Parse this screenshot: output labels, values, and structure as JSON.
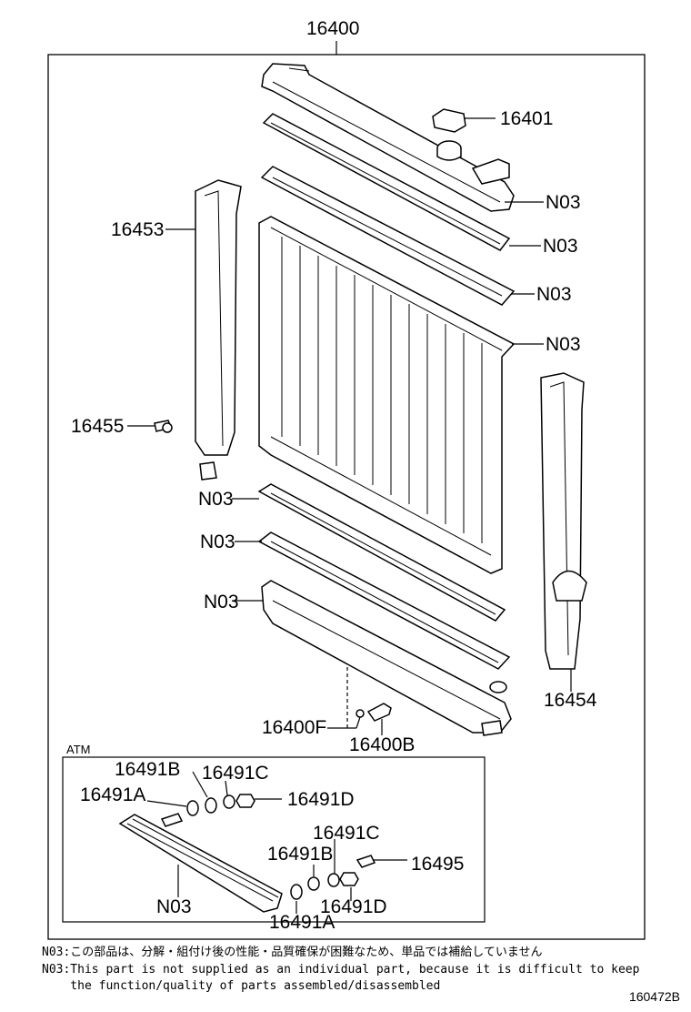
{
  "title_part": "16400",
  "labels": {
    "p16401": "16401",
    "p16453": "16453",
    "p16455": "16455",
    "p16454": "16454",
    "p16400F": "16400F",
    "p16400B": "16400B",
    "n03_1": "N03",
    "n03_2": "N03",
    "n03_3": "N03",
    "n03_4": "N03",
    "n03_5": "N03",
    "n03_6": "N03",
    "n03_7": "N03",
    "n03_8": "N03"
  },
  "atm": {
    "title": "ATM",
    "p16491B_a": "16491B",
    "p16491C_a": "16491C",
    "p16491A_a": "16491A",
    "p16491D_a": "16491D",
    "p16491C_b": "16491C",
    "p16491B_b": "16491B",
    "p16495": "16495",
    "p16491D_b": "16491D",
    "p16491A_b": "16491A"
  },
  "notes": {
    "line1": "N03:この部品は、分解・組付け後の性能・品質確保が困難なため、単品では補給していません",
    "line2": "N03:This part is not supplied as an individual part, because it is difficult to keep",
    "line3": "    the function/quality of parts assembled/disassembled"
  },
  "diagram_code": "160472B"
}
